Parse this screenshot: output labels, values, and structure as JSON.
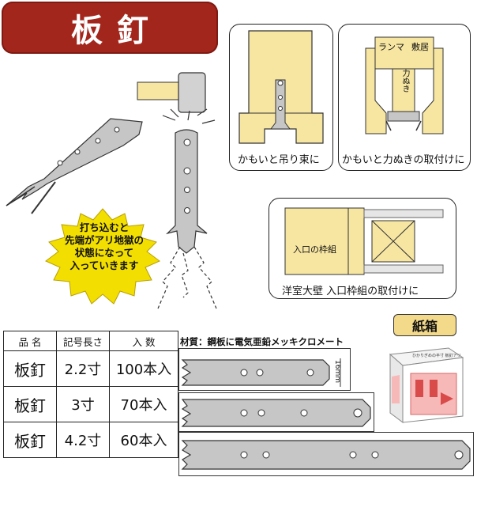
{
  "title": "板釘",
  "illustrations": {
    "burst_text": [
      "打ち込むと",
      "先端がアリ地獄の",
      "状態になって",
      "入っていきます"
    ],
    "panel1_caption": "かもいと吊り束に",
    "panel2_caption": "かもいと力ぬきの取付けに",
    "panel2_labels": {
      "ranma": "ランマ",
      "shikii": "敷居",
      "chikaranuki": "力ぬき"
    },
    "panel3_caption": "洋室大壁 入口枠組の取付けに",
    "panel3_label": "入口の枠組"
  },
  "table": {
    "headers": [
      "品 名",
      "記号長さ",
      "入 数"
    ],
    "rows": [
      {
        "name": "板釘",
        "size": "2.2寸",
        "qty": "100本入"
      },
      {
        "name": "板釘",
        "size": "3寸",
        "qty": "70本入"
      },
      {
        "name": "板釘",
        "size": "4.2寸",
        "qty": "60本入"
      }
    ]
  },
  "material_note": "材質：鋼板に電気亜鉛メッキクロメート",
  "width_dim": "16mm",
  "box": {
    "label": "紙箱",
    "print": "ひかりぎめの半寸 板釘アリ"
  },
  "colors": {
    "banner": "#a3261c",
    "wood": "#f7e6a2",
    "nail": "#c6c6c6",
    "burst": "#f2de00"
  }
}
